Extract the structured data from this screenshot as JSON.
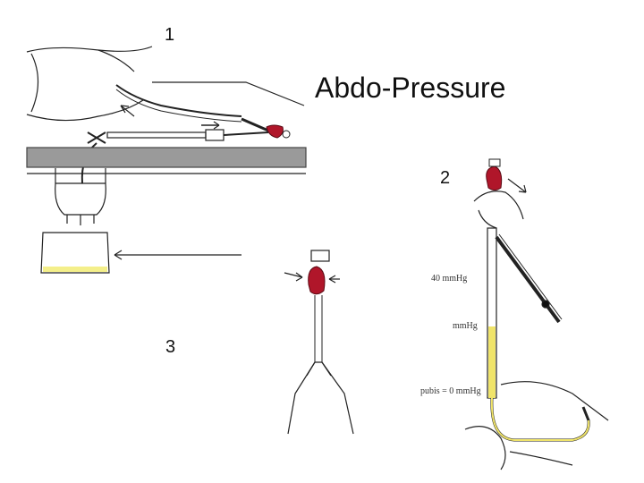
{
  "slide": {
    "title": "Abdo-Pressure",
    "labels": {
      "panel1": "1",
      "panel2": "2",
      "panel3": "3"
    },
    "scale_text": {
      "upper": "40 mmHg",
      "middle": "mmHg",
      "zero": "pubis = 0 mmHg"
    }
  },
  "colors": {
    "clamp": "#b0162a",
    "fluid_column": "#f0e46a",
    "table": "#9a9a9a",
    "bag_fluid": "#f4ef8a"
  }
}
